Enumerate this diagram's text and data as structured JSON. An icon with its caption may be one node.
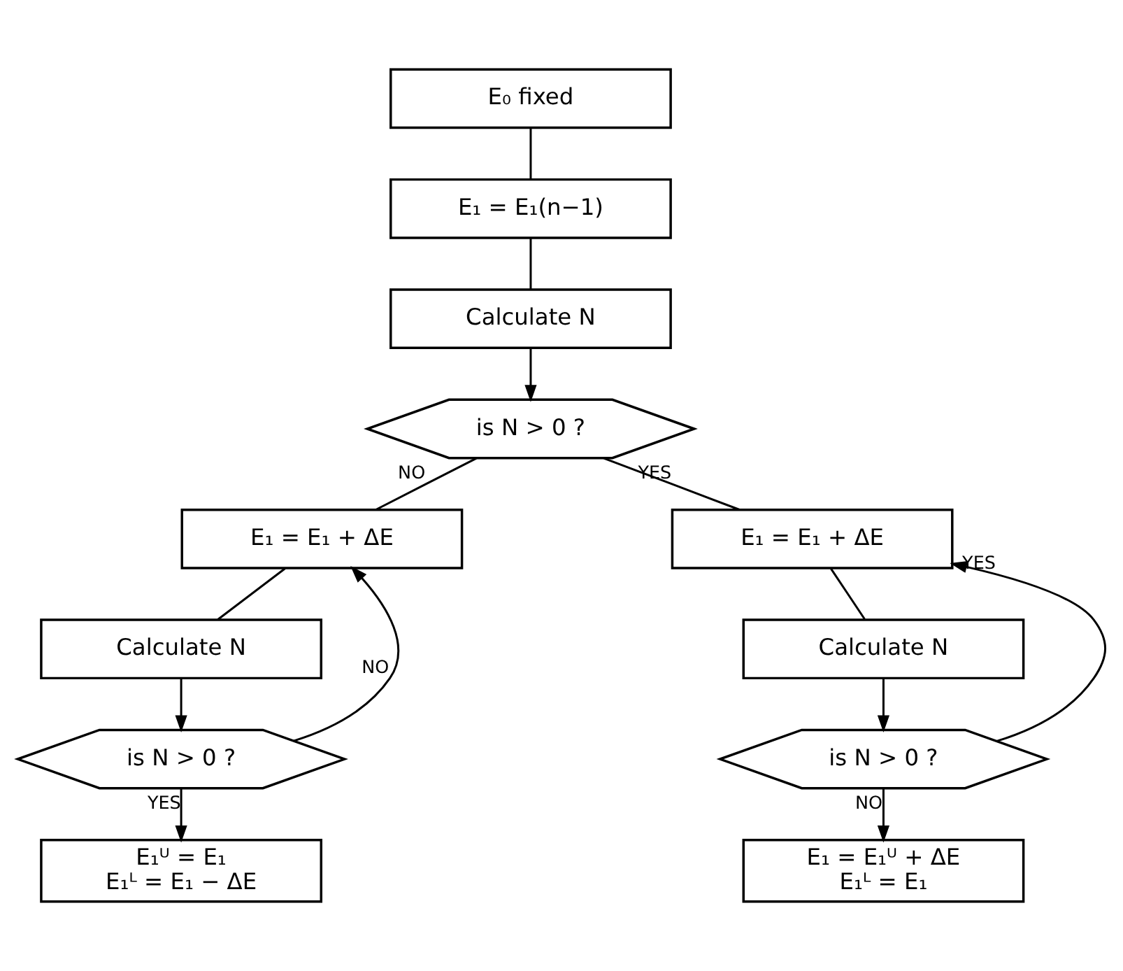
{
  "diagram": {
    "nodes": [
      {
        "text": [
          "E₀ fixed"
        ]
      },
      {
        "text": [
          "E₁ = E₁(n−1)"
        ]
      },
      {
        "text": [
          "Calculate N"
        ]
      },
      {
        "text": [
          "is N > 0 ?"
        ]
      },
      {
        "text": [
          "E₁ = E₁ + ΔE"
        ]
      },
      {
        "text": [
          "Calculate N"
        ]
      },
      {
        "text": [
          "is N > 0 ?"
        ]
      },
      {
        "text": [
          "E₁ᵁ = E₁",
          "E₁ᴸ = E₁ − ΔE"
        ]
      },
      {
        "text": [
          "E₁ = E₁ + ΔE"
        ]
      },
      {
        "text": [
          "Calculate N"
        ]
      },
      {
        "text": [
          "is N > 0 ?"
        ]
      },
      {
        "text": [
          "E₁ = E₁ᵁ + ΔE",
          "E₁ᴸ = E₁"
        ]
      }
    ],
    "edges": [
      {
        "from": 0,
        "to": 1,
        "arrow": "none"
      },
      {
        "from": 1,
        "to": 2,
        "arrow": "none"
      },
      {
        "from": 2,
        "to": 3,
        "arrow": "to"
      },
      {
        "from": 3,
        "to": 4,
        "arrow": "none",
        "label": "NO"
      },
      {
        "from": 3,
        "to": 8,
        "arrow": "none",
        "label": "YES"
      },
      {
        "from": 4,
        "to": 5,
        "arrow": "none"
      },
      {
        "from": 5,
        "to": 6,
        "arrow": "to"
      },
      {
        "from": 6,
        "to": 4,
        "arrow": "to",
        "label": "NO"
      },
      {
        "from": 6,
        "to": 7,
        "arrow": "to",
        "label": "YES"
      },
      {
        "from": 8,
        "to": 9,
        "arrow": "none"
      },
      {
        "from": 9,
        "to": 10,
        "arrow": "to"
      },
      {
        "from": 10,
        "to": 8,
        "arrow": "to",
        "label": "YES"
      },
      {
        "from": 10,
        "to": 11,
        "arrow": "to",
        "label": "NO"
      }
    ]
  }
}
